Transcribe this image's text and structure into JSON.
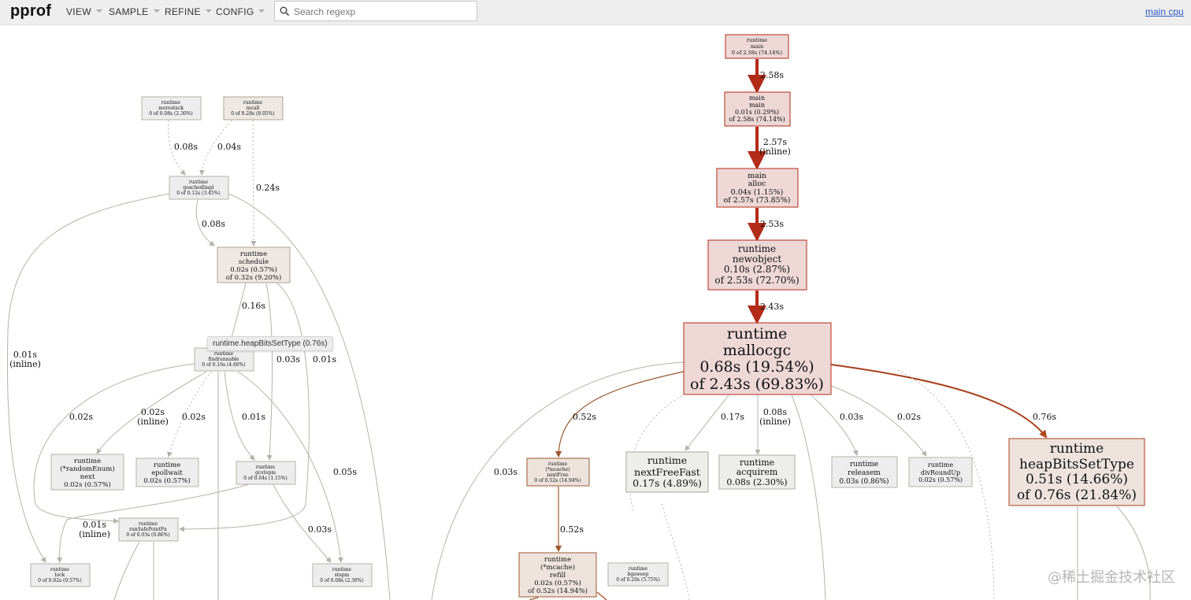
{
  "app": {
    "logo": "pprof",
    "profile_link": "main cpu"
  },
  "menu": [
    {
      "label": "VIEW",
      "key": "view"
    },
    {
      "label": "SAMPLE",
      "key": "sample"
    },
    {
      "label": "REFINE",
      "key": "refine"
    },
    {
      "label": "CONFIG",
      "key": "config"
    }
  ],
  "search": {
    "placeholder": "Search regexp",
    "value": ""
  },
  "tooltip": "runtime.heapBitsSetType (0.76s)",
  "watermark": "@稀土掘金技术社区",
  "colors": {
    "hot": "#b22a18",
    "hot_fill": "#edd8d6",
    "warm": "#9c5a30",
    "warm_fill": "#ede3dc",
    "cold": "#b6b2aa",
    "cold_fill": "#ededed",
    "link": "#2a56c6"
  },
  "graph": {
    "nodes": [
      {
        "id": "runtime_main",
        "lines": [
          "runtime",
          "main",
          "0 of 2.58s (74.14%)"
        ]
      },
      {
        "id": "main_main",
        "lines": [
          "main",
          "main",
          "0.01s (0.29%)",
          "of 2.58s (74.14%)"
        ]
      },
      {
        "id": "main_alloc",
        "lines": [
          "main",
          "alloc",
          "0.04s (1.15%)",
          "of 2.57s (73.85%)"
        ]
      },
      {
        "id": "runtime_newobject",
        "lines": [
          "runtime",
          "newobject",
          "0.10s (2.87%)",
          "of 2.53s (72.70%)"
        ]
      },
      {
        "id": "runtime_mallocgc",
        "lines": [
          "runtime",
          "mallocgc",
          "0.68s (19.54%)",
          "of 2.43s (69.83%)"
        ]
      },
      {
        "id": "runtime_heapBitsSetType",
        "lines": [
          "runtime",
          "heapBitsSetType",
          "0.51s (14.66%)",
          "of 0.76s (21.84%)"
        ]
      },
      {
        "id": "runtime_nextFreeFast",
        "lines": [
          "runtime",
          "nextFreeFast",
          "0.17s (4.89%)"
        ]
      },
      {
        "id": "runtime_acquirem",
        "lines": [
          "runtime",
          "acquirem",
          "0.08s (2.30%)"
        ]
      },
      {
        "id": "runtime_releasem",
        "lines": [
          "runtime",
          "releasem",
          "0.03s (0.86%)"
        ]
      },
      {
        "id": "runtime_divRoundUp",
        "lines": [
          "runtime",
          "divRoundUp",
          "0.02s (0.57%)"
        ]
      },
      {
        "id": "mcache_nextFree",
        "lines": [
          "runtime",
          "(*mcache)",
          "nextFree",
          "0 of 0.52s (14.94%)"
        ]
      },
      {
        "id": "mcache_refill",
        "lines": [
          "runtime",
          "(*mcache)",
          "refill",
          "0.02s (0.57%)",
          "of 0.52s (14.94%)"
        ]
      },
      {
        "id": "runtime_bgsweep",
        "lines": [
          "runtime",
          "bgsweep",
          "0 of 0.20s (5.75%)"
        ]
      },
      {
        "id": "runtime_morestack",
        "lines": [
          "runtime",
          "morestack",
          "0 of 0.08s (2.30%)"
        ]
      },
      {
        "id": "runtime_mcall",
        "lines": [
          "runtime",
          "mcall",
          "0 of 0.28s (8.05%)"
        ]
      },
      {
        "id": "runtime_goschedImpl",
        "lines": [
          "runtime",
          "goschedImpl",
          "0 of 0.12s (3.45%)"
        ]
      },
      {
        "id": "runtime_schedule",
        "lines": [
          "runtime",
          "schedule",
          "0.02s (0.57%)",
          "of 0.32s (9.20%)"
        ]
      },
      {
        "id": "runtime_findrunnable",
        "lines": [
          "runtime",
          "findrunnable",
          "0 of 0.16s (4.60%)"
        ]
      },
      {
        "id": "randomEnum_next",
        "lines": [
          "runtime",
          "(*randomEnum)",
          "next",
          "0.02s (0.57%)"
        ]
      },
      {
        "id": "runtime_epollwait",
        "lines": [
          "runtime",
          "epollwait",
          "0.02s (0.57%)"
        ]
      },
      {
        "id": "runtime_gcstopm",
        "lines": [
          "runtime",
          "gcstopm",
          "0 of 0.04s (1.15%)"
        ]
      },
      {
        "id": "runtime_runSafePointFn",
        "lines": [
          "runtime",
          "runSafePointFn",
          "0 of 0.03s (0.86%)"
        ]
      },
      {
        "id": "runtime_lock",
        "lines": [
          "runtime",
          "lock",
          "0 of 0.02s (0.57%)"
        ]
      },
      {
        "id": "runtime_stopm",
        "lines": [
          "runtime",
          "stopm",
          "0 of 0.08s (2.30%)"
        ]
      }
    ],
    "edge_labels": {
      "e1": "2.58s",
      "e2a": "2.57s",
      "e2b": "(inline)",
      "e3": "2.53s",
      "e4": "2.43s",
      "e5": "0.76s",
      "e6": "0.52s",
      "e7": "0.17s",
      "e8a": "0.08s",
      "e8b": "(inline)",
      "e9": "0.03s",
      "e10": "0.02s",
      "e11": "0.52s",
      "e12": "0.03s",
      "e13": "0.08s",
      "e14": "0.04s",
      "e15": "0.24s",
      "e16": "0.08s",
      "e17": "0.16s",
      "e18a": "0.01s",
      "e18b": "(inline)",
      "e19": "0.03s",
      "e20": "0.01s",
      "e21": "0.02s",
      "e22a": "0.02s",
      "e22b": "(inline)",
      "e23": "0.02s",
      "e24": "0.01s",
      "e25": "0.05s",
      "e26a": "0.01s",
      "e26b": "(inline)",
      "e27": "0.03s"
    }
  }
}
